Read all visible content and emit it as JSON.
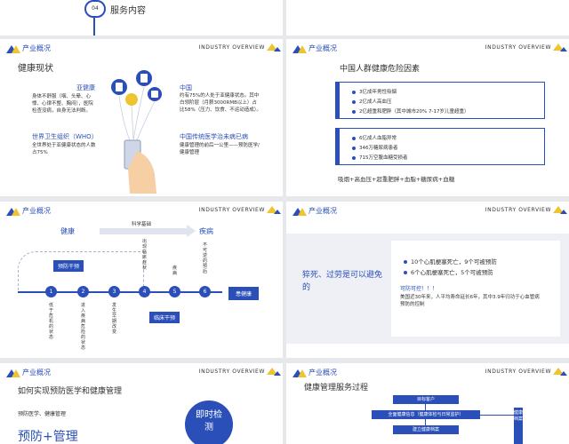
{
  "top_left": {
    "number": "04",
    "title": "服务内容"
  },
  "headers": {
    "label": "产业概况",
    "en": "INDUSTRY OVERVIEW"
  },
  "slide_health_status": {
    "title": "健康现状",
    "sub_health": {
      "heading": "亚健康",
      "text": "身体不舒服（咽、头晕、心悸、心律不整、胸闷），医院检查没病，自身无法判断。"
    },
    "china": {
      "heading": "中国",
      "text": "约有75%的人处于亚健康状态。其中白领阶层（月薪3000RMB以上）占比58%（压力、饮食、不运动造成）。"
    },
    "who": {
      "heading": "世界卫生组织（WHO）",
      "text": "全世界处于亚健康状态的人数占75%"
    },
    "tcm": {
      "heading": "中国传统医学治未病已病",
      "text": "健康管理的前后一公里——预防医学/健康管理"
    }
  },
  "slide_risk": {
    "title": "中国人群健康危险因素",
    "box1": [
      "3亿成年男性吸烟",
      "2亿成人高血压",
      "2亿超重和肥胖（其中城市20% 7-17岁儿童超重）"
    ],
    "box2": [
      "6亿成人血脂异常",
      "346万糖尿病患者",
      "715万空腹血糖受损者"
    ],
    "footer": "吸烟+高血压+超重肥胖+血脂+糖尿病+血糖"
  },
  "slide_process": {
    "left": "健康",
    "right": "疾病",
    "arrow_label": "科学基础",
    "tag_prevent": "预防干预",
    "tag_clinical": "临床干预",
    "end": "患健康",
    "steps": [
      "1",
      "2",
      "3",
      "4",
      "5",
      "6"
    ],
    "top_texts": [
      "出现临床症状",
      "疾病",
      "不可逆的预后"
    ],
    "bottom_texts": [
      "低于危机的状态",
      "进入疾病危险的状态",
      "发生早期改变"
    ]
  },
  "slide_sudden_death": {
    "left_title": "猝死、过劳是可以避免的",
    "bullets": [
      "10个心肌梗塞死亡，9个可被预防",
      "6个心肌梗塞死亡，5个可被预防"
    ],
    "sub": "可防可控！！！",
    "note": "美国近30年来，人平均寿命延长6年，其中3.9年归功于心血管病预防的控制"
  },
  "slide_prevention": {
    "title": "如何实现预防医学和健康管理",
    "subtitle": "预防医学、健康管理",
    "big": "预防+管理",
    "circle": "即时检测"
  },
  "slide_service": {
    "title": "健康管理服务过程",
    "boxes": [
      "目标客户",
      "全面健康信息（健康体检与日常监护）",
      "建立健康档案"
    ],
    "side": "健康档案"
  }
}
